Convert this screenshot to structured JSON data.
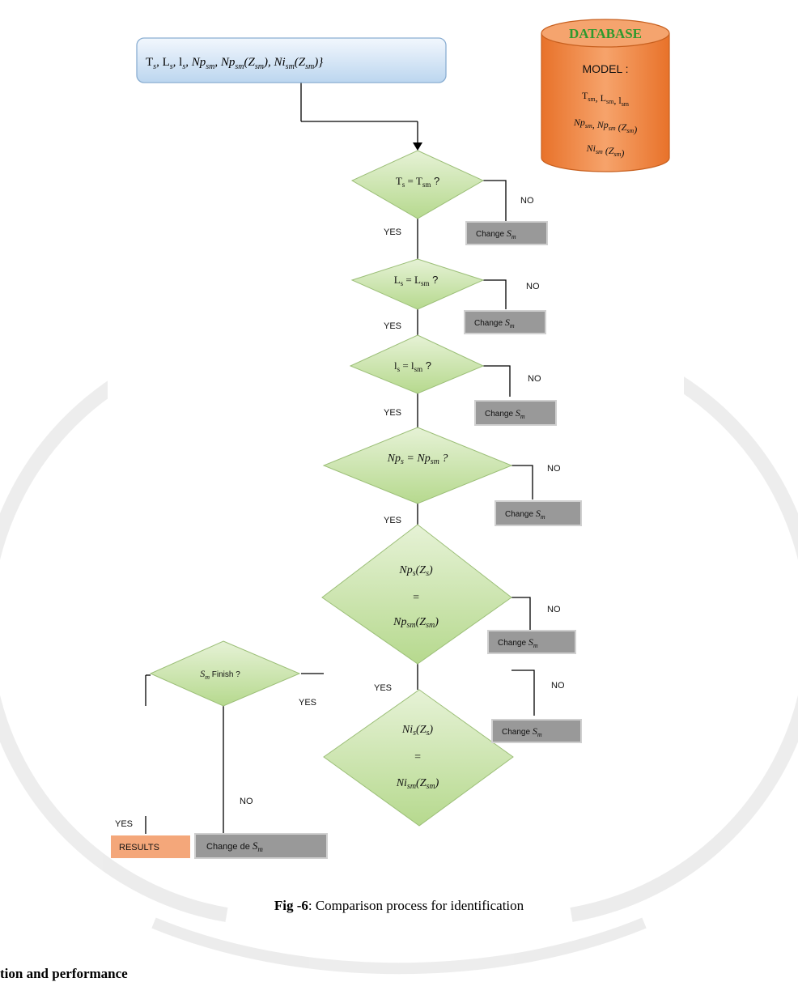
{
  "flowchart": {
    "input_box": {
      "T": "T",
      "T_sub": "s",
      "L": "L",
      "L_sub": "s",
      "l": "l",
      "l_sub": "s",
      "np1": "Np",
      "np1_sub": "sm",
      "np2": "Np",
      "np2_sub": "sm",
      "np2_arg": "(Z",
      "np2_arg_sub": "sm",
      "np2_close": ")",
      "ni": "Ni",
      "ni_sub": "sm",
      "ni_arg": "(Z",
      "ni_arg_sub": "sm",
      "ni_close": ")}"
    },
    "database": {
      "title": "DATABASE",
      "model_label": "MODEL :",
      "line1": "T_sm, L_sm, l_sm",
      "line2": "Np_sm, Np_sm (Z_sm)",
      "line3": "Ni_sm (Z_sm)"
    },
    "decisions": [
      {
        "id": "d1",
        "text_main": "T",
        "text_sub": "s",
        "eq": " = T",
        "eq_sub": "sm",
        "end": " ?"
      },
      {
        "id": "d2",
        "text_main": "L",
        "text_sub": "s",
        "eq": " = L",
        "eq_sub": "sm",
        "end": " ?"
      },
      {
        "id": "d3",
        "text_main": "l",
        "text_sub": "s",
        "eq": " = l",
        "eq_sub": "sm",
        "end": " ?"
      },
      {
        "id": "d4",
        "text_main": "Np",
        "text_sub": "s",
        "eq": " = Np",
        "eq_sub": "sm",
        "end": " ?"
      },
      {
        "id": "d5",
        "line1": "Np",
        "line1_sub": "s",
        "line1_arg": "(Z",
        "line1_arg_sub": "s",
        "line1_close": ")",
        "line2": "=",
        "line3": "Np",
        "line3_sub": "sm",
        "line3_arg": "(Z",
        "line3_arg_sub": "sm",
        "line3_close": ")"
      },
      {
        "id": "d6",
        "line1": "Ni",
        "line1_sub": "s",
        "line1_arg": "(Z",
        "line1_arg_sub": "s",
        "line1_close": ")",
        "line2": "=",
        "line3": "Ni",
        "line3_sub": "sm",
        "line3_arg": "(Z",
        "line3_arg_sub": "sm",
        "line3_close": ")"
      },
      {
        "id": "d7",
        "label_main": "S",
        "label_sub": "m",
        "label_rest": " Finish ?"
      }
    ],
    "yes_label": "YES",
    "no_label": "NO",
    "change_label": "Change ",
    "change_var": "S",
    "change_var_sub": "m",
    "change_de_label": "Change de ",
    "results_label": "RESULTS",
    "caption_bold": "Fig -6",
    "caption_rest": ": Comparison process for identification",
    "section_heading": "tion and performance",
    "colors": {
      "diamond_fill": "#c9e3a9",
      "diamond_stroke": "#9cbf78",
      "box_fill": "#999999",
      "input_fill": "#dbe9f7",
      "db_fill": "#ef8c48",
      "db_title": "#2e9a2e",
      "results_fill": "#f4a77a"
    }
  }
}
